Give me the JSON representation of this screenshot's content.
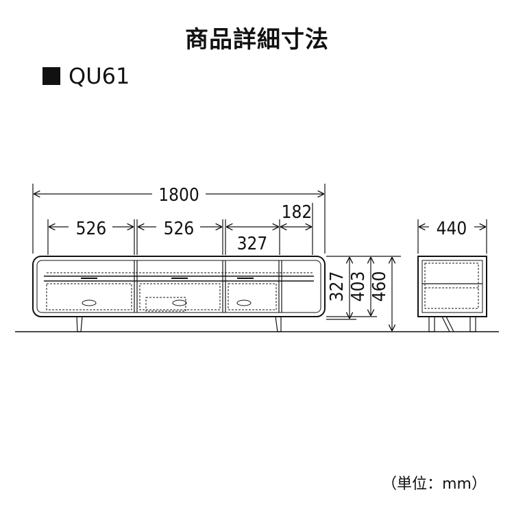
{
  "title": "商品詳細寸法",
  "model": "QU61",
  "unit_note": "（単位：mm）",
  "dimensions": {
    "total_width": "1800",
    "section_1": "526",
    "section_2": "526",
    "section_3": "327",
    "section_4": "182",
    "inner_height": "327",
    "body_height": "403",
    "total_height": "460",
    "depth": "440"
  }
}
